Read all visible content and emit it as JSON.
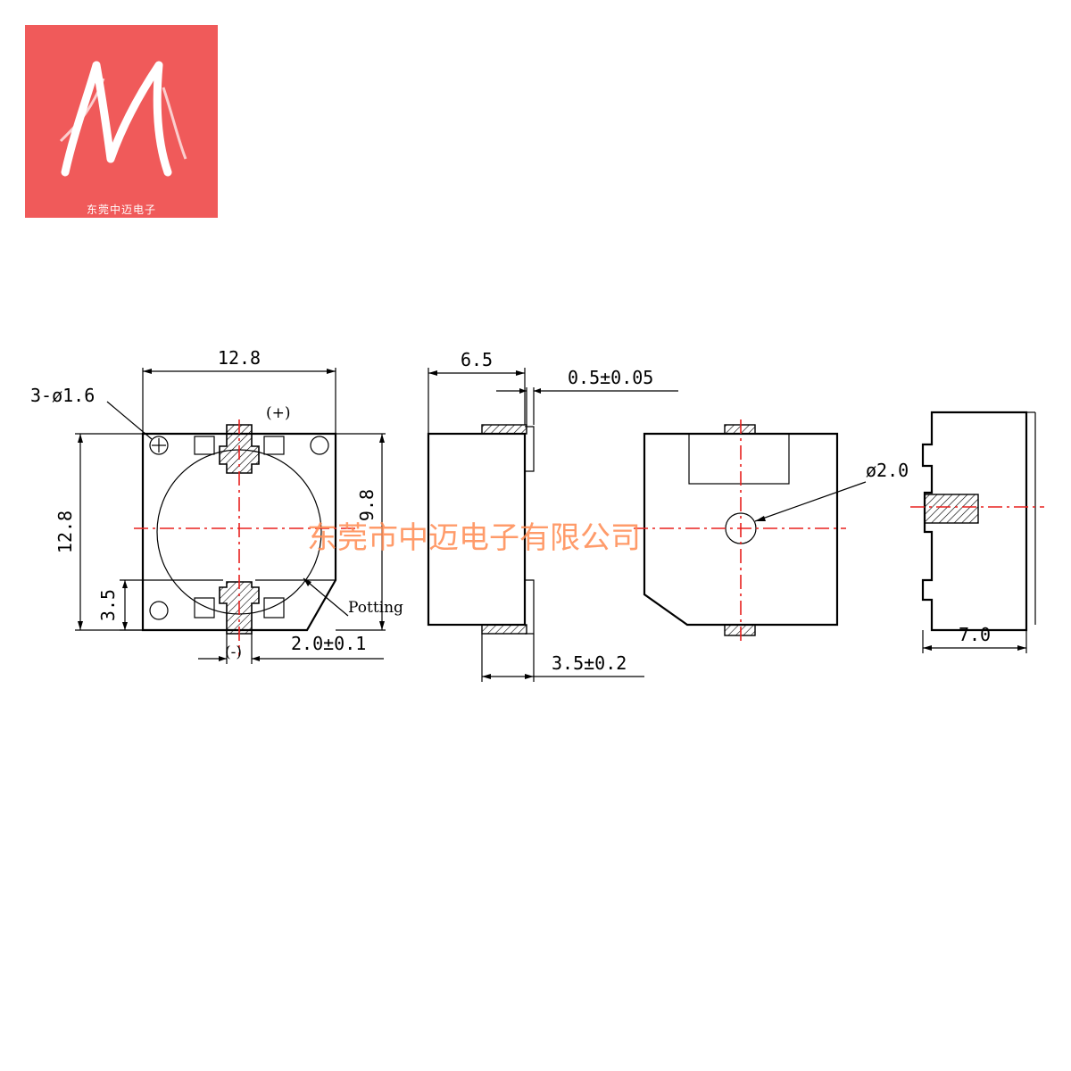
{
  "logo": {
    "caption": "东莞中迈电子",
    "letter": "M",
    "brand_color": "#f05a5a"
  },
  "watermark": "东莞市中迈电子有限公司",
  "front_view": {
    "width_dim": "12.8",
    "height_dim": "12.8",
    "hole_note": "3-ø1.6",
    "diameter_dim": "9.8",
    "pin_offset_dim": "3.5",
    "pin_width_dim": "2.0±0.1",
    "positive_label": "(+)",
    "negative_label": "(-)",
    "potting_label": "Potting"
  },
  "side_view": {
    "depth_dim": "6.5",
    "terminal_thickness_dim": "0.5±0.05",
    "terminal_length_dim": "3.5±0.2"
  },
  "top_view": {
    "hole_diameter_dim": "ø2.0"
  },
  "end_view": {
    "width_dim": "7.0"
  },
  "colors": {
    "centerline": "#e8201e",
    "watermark": "#ff8a50",
    "line": "#000000"
  }
}
